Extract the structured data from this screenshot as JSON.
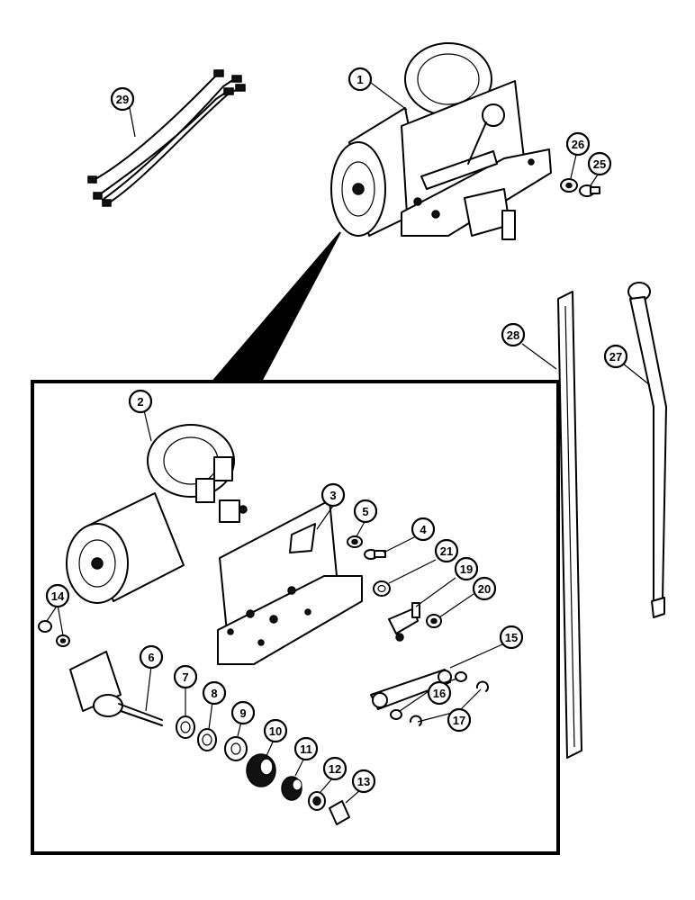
{
  "callouts": {
    "c1": "1",
    "c2": "2",
    "c3": "3",
    "c4": "4",
    "c5": "5",
    "c6": "6",
    "c7": "7",
    "c8": "8",
    "c9": "9",
    "c10": "10",
    "c11": "11",
    "c12": "12",
    "c13": "13",
    "c14": "14",
    "c15": "15",
    "c16": "16",
    "c17": "17",
    "c19": "19",
    "c20": "20",
    "c21": "21",
    "c25": "25",
    "c26": "26",
    "c27": "27",
    "c28": "28",
    "c29": "29"
  }
}
